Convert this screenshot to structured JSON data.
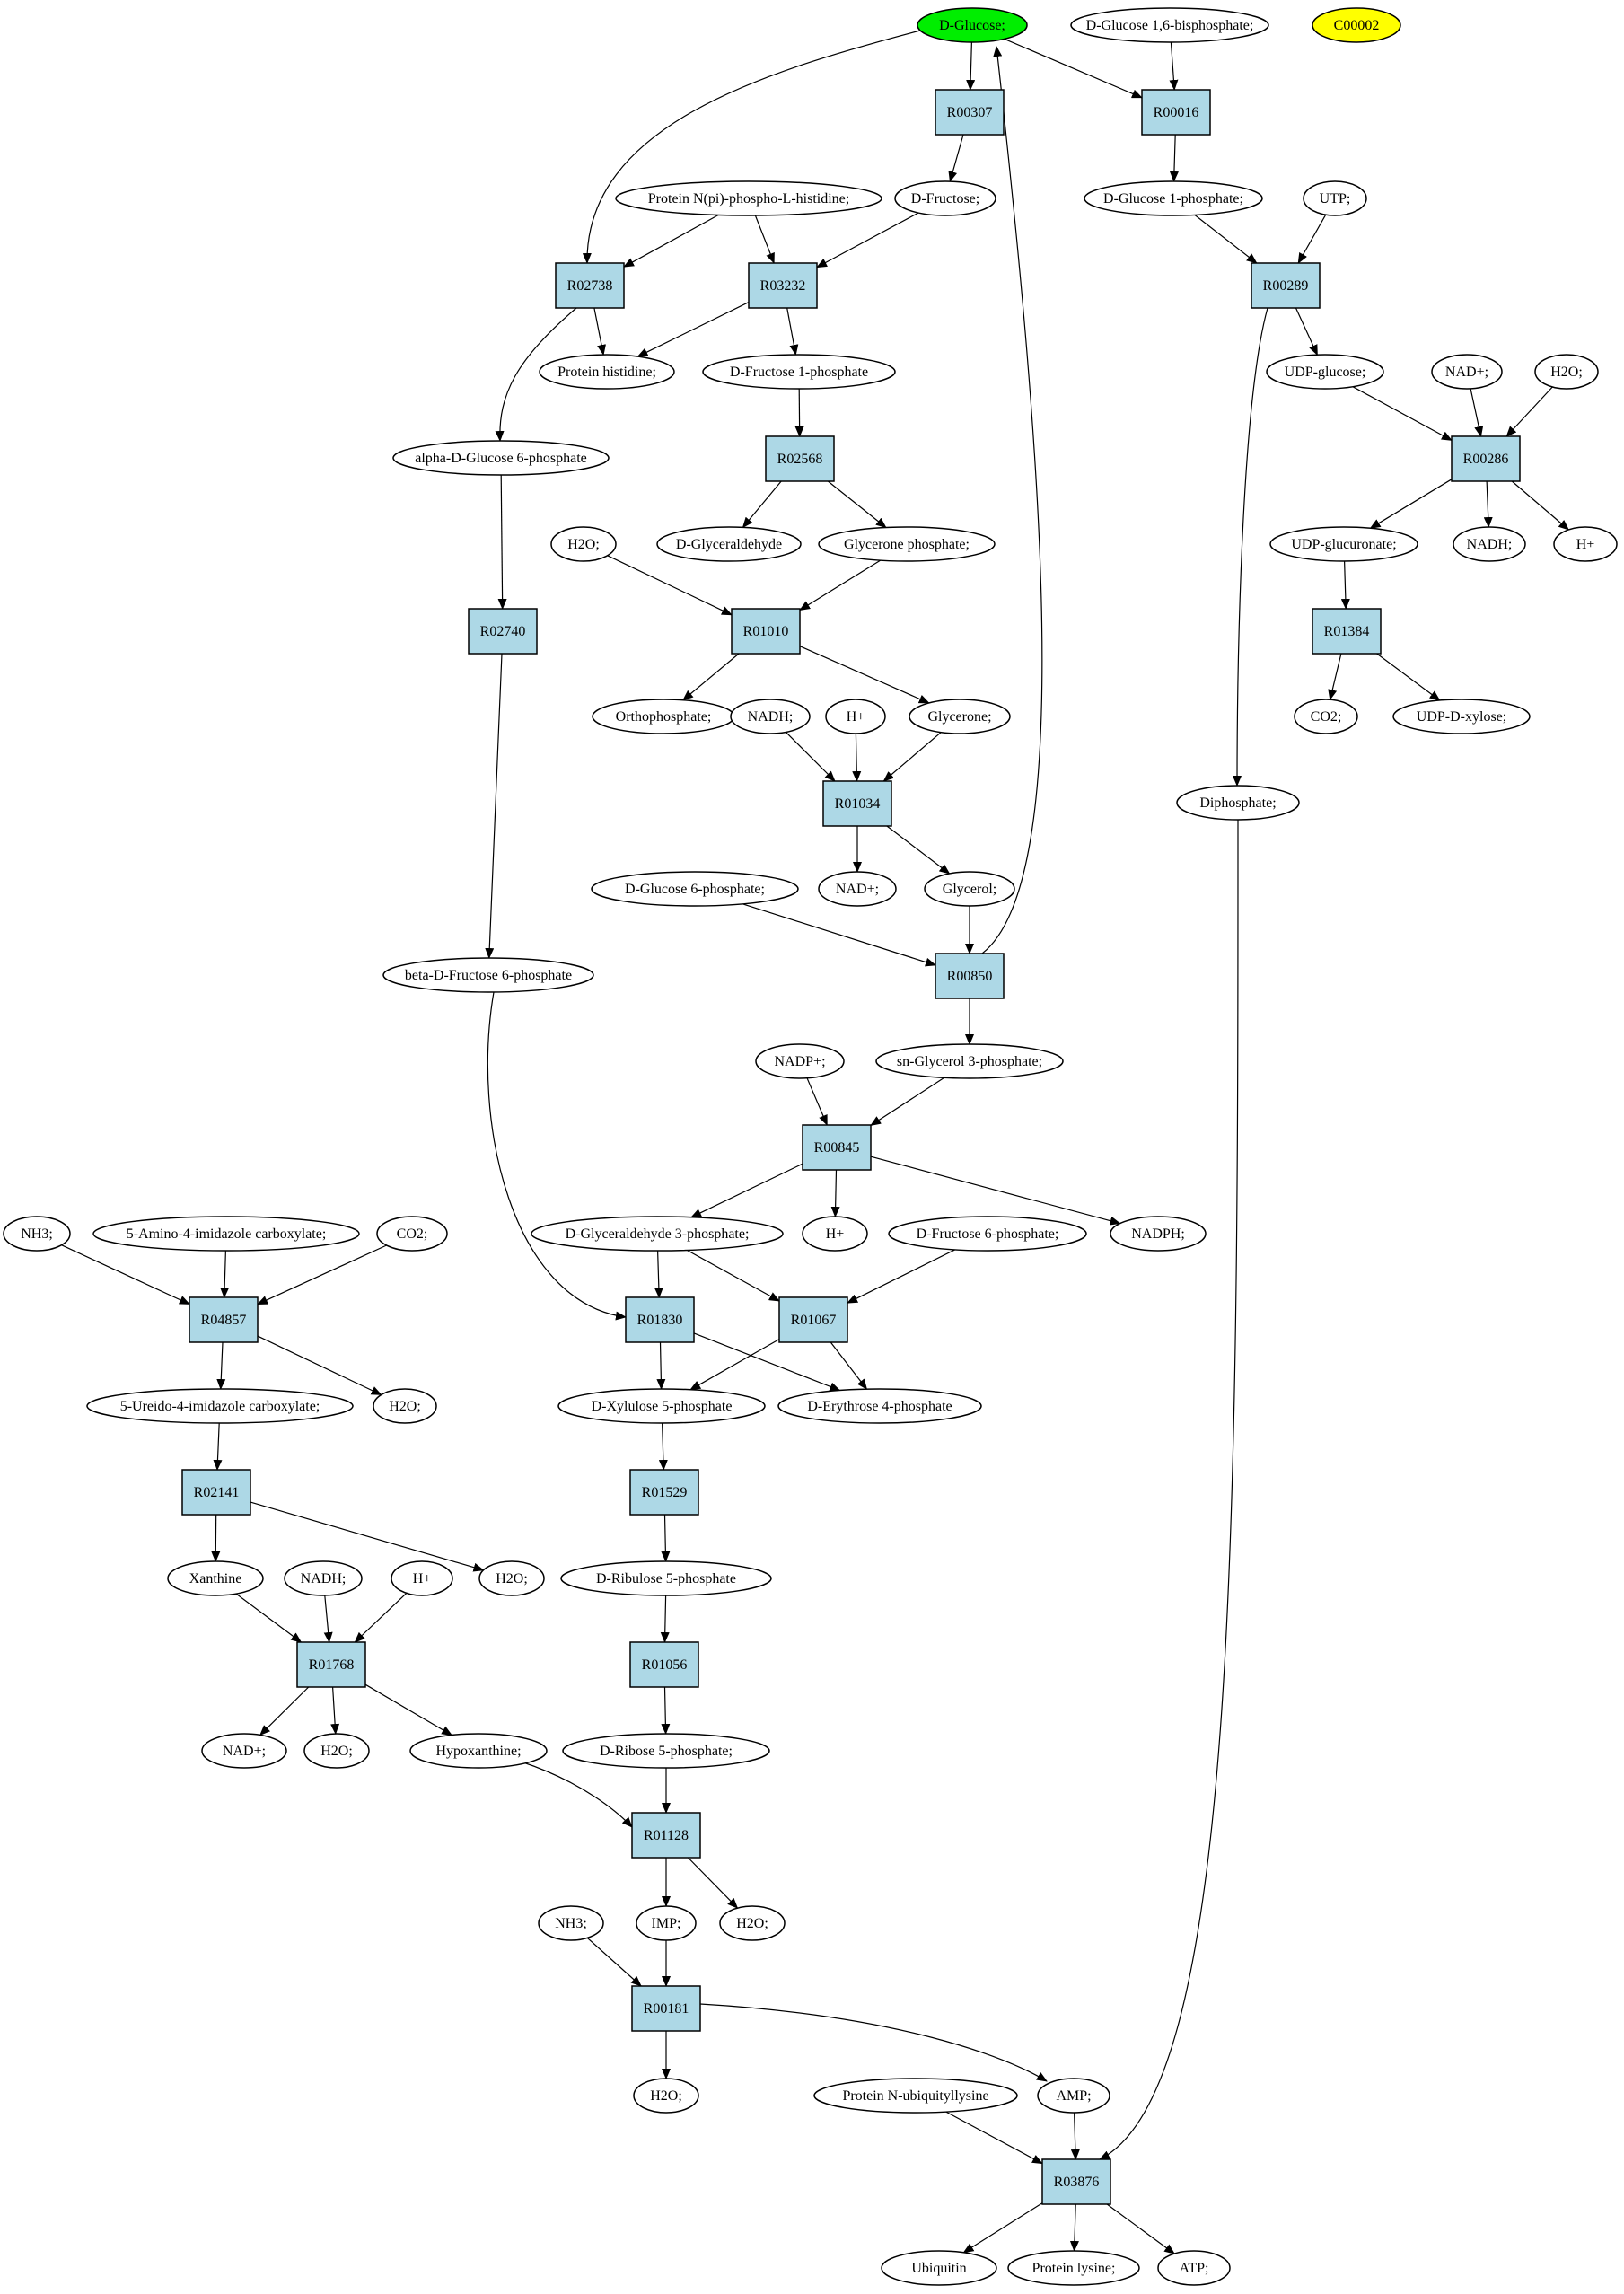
{
  "colors": {
    "reaction_fill": "#add8e6",
    "start_node": "#00ee00",
    "end_node": "#ffff00"
  },
  "reactions": [
    {
      "id": "R00307",
      "label": "R00307"
    },
    {
      "id": "R00016",
      "label": "R00016"
    },
    {
      "id": "R02738",
      "label": "R02738"
    },
    {
      "id": "R03232",
      "label": "R03232"
    },
    {
      "id": "R00289",
      "label": "R00289"
    },
    {
      "id": "R02568",
      "label": "R02568"
    },
    {
      "id": "R00286",
      "label": "R00286"
    },
    {
      "id": "R02740",
      "label": "R02740"
    },
    {
      "id": "R01010",
      "label": "R01010"
    },
    {
      "id": "R01384",
      "label": "R01384"
    },
    {
      "id": "R01034",
      "label": "R01034"
    },
    {
      "id": "R00850",
      "label": "R00850"
    },
    {
      "id": "R00845",
      "label": "R00845"
    },
    {
      "id": "R04857",
      "label": "R04857"
    },
    {
      "id": "R01830",
      "label": "R01830"
    },
    {
      "id": "R01067",
      "label": "R01067"
    },
    {
      "id": "R02141",
      "label": "R02141"
    },
    {
      "id": "R01529",
      "label": "R01529"
    },
    {
      "id": "R01768",
      "label": "R01768"
    },
    {
      "id": "R01056",
      "label": "R01056"
    },
    {
      "id": "R01128",
      "label": "R01128"
    },
    {
      "id": "R00181",
      "label": "R00181"
    },
    {
      "id": "R03876",
      "label": "R03876"
    }
  ],
  "metabolites": [
    {
      "id": "m_glucose",
      "label": "D-Glucose;",
      "highlight": "start"
    },
    {
      "id": "m_glc16bp",
      "label": "D-Glucose 1,6-bisphosphate;"
    },
    {
      "id": "m_c00002",
      "label": "C00002",
      "highlight": "end"
    },
    {
      "id": "m_protnhis",
      "label": "Protein N(pi)-phospho-L-histidine;"
    },
    {
      "id": "m_fructose",
      "label": "D-Fructose;"
    },
    {
      "id": "m_glc1p",
      "label": "D-Glucose 1-phosphate;"
    },
    {
      "id": "m_utp",
      "label": "UTP;"
    },
    {
      "id": "m_prothis",
      "label": "Protein histidine;"
    },
    {
      "id": "m_fru1p",
      "label": "D-Fructose 1-phosphate"
    },
    {
      "id": "m_udpglc",
      "label": "UDP-glucose;"
    },
    {
      "id": "m_nadp_top",
      "label": "NAD+;"
    },
    {
      "id": "m_h2o_top",
      "label": "H2O;"
    },
    {
      "id": "m_aglc6p",
      "label": "alpha-D-Glucose 6-phosphate"
    },
    {
      "id": "m_h2o_a",
      "label": "H2O;"
    },
    {
      "id": "m_glyald",
      "label": "D-Glyceraldehyde"
    },
    {
      "id": "m_glycp",
      "label": "Glycerone phosphate;"
    },
    {
      "id": "m_udpgca",
      "label": "UDP-glucuronate;"
    },
    {
      "id": "m_nadh_a",
      "label": "NADH;"
    },
    {
      "id": "m_hplus_a",
      "label": "H+"
    },
    {
      "id": "m_ortho",
      "label": "Orthophosphate;"
    },
    {
      "id": "m_nadh_b",
      "label": "NADH;"
    },
    {
      "id": "m_hplus_b",
      "label": "H+"
    },
    {
      "id": "m_glycerone",
      "label": "Glycerone;"
    },
    {
      "id": "m_co2_a",
      "label": "CO2;"
    },
    {
      "id": "m_udpxyl",
      "label": "UDP-D-xylose;"
    },
    {
      "id": "m_diphos",
      "label": "Diphosphate;"
    },
    {
      "id": "m_glc6p",
      "label": "D-Glucose 6-phosphate;"
    },
    {
      "id": "m_nad_b",
      "label": "NAD+;"
    },
    {
      "id": "m_glycerol",
      "label": "Glycerol;"
    },
    {
      "id": "m_bfru6p",
      "label": "beta-D-Fructose 6-phosphate"
    },
    {
      "id": "m_nadp",
      "label": "NADP+;"
    },
    {
      "id": "m_sngly3p",
      "label": "sn-Glycerol 3-phosphate;"
    },
    {
      "id": "m_nh3_a",
      "label": "NH3;"
    },
    {
      "id": "m_aica",
      "label": "5-Amino-4-imidazole carboxylate;"
    },
    {
      "id": "m_co2_b",
      "label": "CO2;"
    },
    {
      "id": "m_ga3p",
      "label": "D-Glyceraldehyde 3-phosphate;"
    },
    {
      "id": "m_hplus_c",
      "label": "H+"
    },
    {
      "id": "m_fru6p",
      "label": "D-Fructose 6-phosphate;"
    },
    {
      "id": "m_nadph",
      "label": "NADPH;"
    },
    {
      "id": "m_uica",
      "label": "5-Ureido-4-imidazole carboxylate;"
    },
    {
      "id": "m_h2o_b",
      "label": "H2O;"
    },
    {
      "id": "m_xyl5p",
      "label": "D-Xylulose 5-phosphate"
    },
    {
      "id": "m_ery4p",
      "label": "D-Erythrose 4-phosphate"
    },
    {
      "id": "m_xanthine",
      "label": "Xanthine"
    },
    {
      "id": "m_nadh_c",
      "label": "NADH;"
    },
    {
      "id": "m_hplus_d",
      "label": "H+"
    },
    {
      "id": "m_h2o_c",
      "label": "H2O;"
    },
    {
      "id": "m_ribu5p",
      "label": "D-Ribulose 5-phosphate"
    },
    {
      "id": "m_nad_c",
      "label": "NAD+;"
    },
    {
      "id": "m_h2o_d",
      "label": "H2O;"
    },
    {
      "id": "m_hypox",
      "label": "Hypoxanthine;"
    },
    {
      "id": "m_rib5p",
      "label": "D-Ribose 5-phosphate;"
    },
    {
      "id": "m_nh3_b",
      "label": "NH3;"
    },
    {
      "id": "m_imp",
      "label": "IMP;"
    },
    {
      "id": "m_h2o_e",
      "label": "H2O;"
    },
    {
      "id": "m_h2o_f",
      "label": "H2O;"
    },
    {
      "id": "m_protub",
      "label": "Protein N-ubiquityllysine"
    },
    {
      "id": "m_amp",
      "label": "AMP;"
    },
    {
      "id": "m_ubiq",
      "label": "Ubiquitin"
    },
    {
      "id": "m_protlys",
      "label": "Protein lysine;"
    },
    {
      "id": "m_atp",
      "label": "ATP;"
    }
  ],
  "edges": [
    [
      "m_glucose",
      "R00307"
    ],
    [
      "R00307",
      "m_fructose"
    ],
    [
      "m_glucose",
      "R00016"
    ],
    [
      "m_glc16bp",
      "R00016"
    ],
    [
      "R00016",
      "m_glc1p"
    ],
    [
      "m_glucose",
      "R02738"
    ],
    [
      "m_protnhis",
      "R02738"
    ],
    [
      "R02738",
      "m_prothis"
    ],
    [
      "R02738",
      "m_aglc6p"
    ],
    [
      "m_protnhis",
      "R03232"
    ],
    [
      "m_fructose",
      "R03232"
    ],
    [
      "R03232",
      "m_prothis"
    ],
    [
      "R03232",
      "m_fru1p"
    ],
    [
      "m_glc1p",
      "R00289"
    ],
    [
      "m_utp",
      "R00289"
    ],
    [
      "R00289",
      "m_udpglc"
    ],
    [
      "R00289",
      "m_diphos"
    ],
    [
      "m_fru1p",
      "R02568"
    ],
    [
      "R02568",
      "m_glyald"
    ],
    [
      "R02568",
      "m_glycp"
    ],
    [
      "m_udpglc",
      "R00286"
    ],
    [
      "m_nadp_top",
      "R00286"
    ],
    [
      "m_h2o_top",
      "R00286"
    ],
    [
      "R00286",
      "m_udpgca"
    ],
    [
      "R00286",
      "m_nadh_a"
    ],
    [
      "R00286",
      "m_hplus_a"
    ],
    [
      "m_aglc6p",
      "R02740"
    ],
    [
      "R02740",
      "m_bfru6p"
    ],
    [
      "m_h2o_a",
      "R01010"
    ],
    [
      "m_glycp",
      "R01010"
    ],
    [
      "R01010",
      "m_ortho"
    ],
    [
      "R01010",
      "m_glycerone"
    ],
    [
      "m_udpgca",
      "R01384"
    ],
    [
      "R01384",
      "m_co2_a"
    ],
    [
      "R01384",
      "m_udpxyl"
    ],
    [
      "m_nadh_b",
      "R01034"
    ],
    [
      "m_hplus_b",
      "R01034"
    ],
    [
      "m_glycerone",
      "R01034"
    ],
    [
      "R01034",
      "m_nad_b"
    ],
    [
      "R01034",
      "m_glycerol"
    ],
    [
      "m_glc6p",
      "R00850"
    ],
    [
      "m_glycerol",
      "R00850"
    ],
    [
      "R00850",
      "m_glucose"
    ],
    [
      "R00850",
      "m_sngly3p"
    ],
    [
      "m_nadp",
      "R00845"
    ],
    [
      "m_sngly3p",
      "R00845"
    ],
    [
      "R00845",
      "m_ga3p"
    ],
    [
      "R00845",
      "m_hplus_c"
    ],
    [
      "R00845",
      "m_nadph"
    ],
    [
      "m_nh3_a",
      "R04857"
    ],
    [
      "m_aica",
      "R04857"
    ],
    [
      "m_co2_b",
      "R04857"
    ],
    [
      "R04857",
      "m_uica"
    ],
    [
      "R04857",
      "m_h2o_b"
    ],
    [
      "m_bfru6p",
      "R01830"
    ],
    [
      "m_ga3p",
      "R01830"
    ],
    [
      "R01830",
      "m_xyl5p"
    ],
    [
      "R01830",
      "m_ery4p"
    ],
    [
      "m_ga3p",
      "R01067"
    ],
    [
      "m_fru6p",
      "R01067"
    ],
    [
      "R01067",
      "m_xyl5p"
    ],
    [
      "R01067",
      "m_ery4p"
    ],
    [
      "m_uica",
      "R02141"
    ],
    [
      "R02141",
      "m_xanthine"
    ],
    [
      "R02141",
      "m_h2o_c"
    ],
    [
      "m_xyl5p",
      "R01529"
    ],
    [
      "R01529",
      "m_ribu5p"
    ],
    [
      "m_xanthine",
      "R01768"
    ],
    [
      "m_nadh_c",
      "R01768"
    ],
    [
      "m_hplus_d",
      "R01768"
    ],
    [
      "R01768",
      "m_nad_c"
    ],
    [
      "R01768",
      "m_h2o_d"
    ],
    [
      "R01768",
      "m_hypox"
    ],
    [
      "m_ribu5p",
      "R01056"
    ],
    [
      "R01056",
      "m_rib5p"
    ],
    [
      "m_hypox",
      "R01128"
    ],
    [
      "m_rib5p",
      "R01128"
    ],
    [
      "R01128",
      "m_imp"
    ],
    [
      "R01128",
      "m_h2o_e"
    ],
    [
      "m_nh3_b",
      "R00181"
    ],
    [
      "m_imp",
      "R00181"
    ],
    [
      "R00181",
      "m_h2o_f"
    ],
    [
      "R00181",
      "m_amp"
    ],
    [
      "m_protub",
      "R03876"
    ],
    [
      "m_amp",
      "R03876"
    ],
    [
      "m_diphos",
      "R03876"
    ],
    [
      "R03876",
      "m_ubiq"
    ],
    [
      "R03876",
      "m_protlys"
    ],
    [
      "R03876",
      "m_atp"
    ]
  ]
}
